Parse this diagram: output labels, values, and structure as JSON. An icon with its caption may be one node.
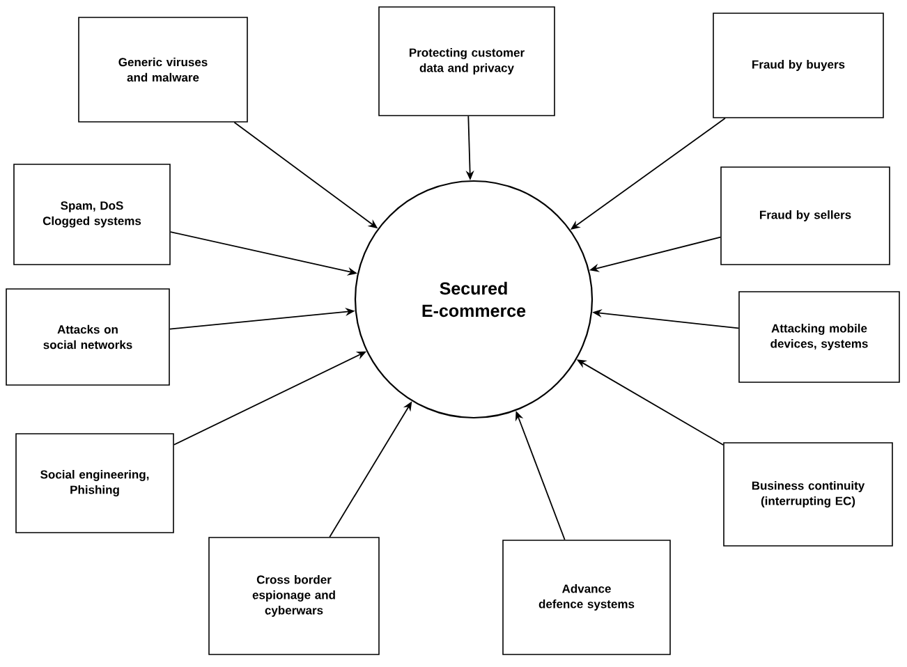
{
  "diagram": {
    "nodes": [
      {
        "text": [
          "Generic viruses and malware"
        ]
      },
      {
        "text": [
          "Protecting customer data and privacy"
        ]
      },
      {
        "text": [
          "Fraud by buyers"
        ]
      },
      {
        "text": [
          "Spam, DoS Clogged systems"
        ]
      },
      {
        "text": [
          "Fraud by sellers"
        ]
      },
      {
        "text": [
          "Attacks on social networks"
        ]
      },
      {
        "text": [
          "Attacking mobile devices, systems"
        ]
      },
      {
        "text": [
          "Social engineering, Phishing"
        ]
      },
      {
        "text": [
          "Business continuity (interrupting EC)"
        ]
      },
      {
        "text": [
          "Cross border espionage and cyberwars"
        ]
      },
      {
        "text": [
          "Advance defence systems"
        ]
      },
      {
        "text": [
          "Secured E-commerce"
        ]
      }
    ],
    "edges": [
      {
        "from": 0,
        "to": 11,
        "arrow": "to"
      },
      {
        "from": 1,
        "to": 11,
        "arrow": "to"
      },
      {
        "from": 2,
        "to": 11,
        "arrow": "to"
      },
      {
        "from": 3,
        "to": 11,
        "arrow": "to"
      },
      {
        "from": 4,
        "to": 11,
        "arrow": "to"
      },
      {
        "from": 5,
        "to": 11,
        "arrow": "to"
      },
      {
        "from": 6,
        "to": 11,
        "arrow": "to"
      },
      {
        "from": 7,
        "to": 11,
        "arrow": "to"
      },
      {
        "from": 8,
        "to": 11,
        "arrow": "to"
      },
      {
        "from": 9,
        "to": 11,
        "arrow": "to"
      },
      {
        "from": 10,
        "to": 11,
        "arrow": "to"
      }
    ]
  }
}
